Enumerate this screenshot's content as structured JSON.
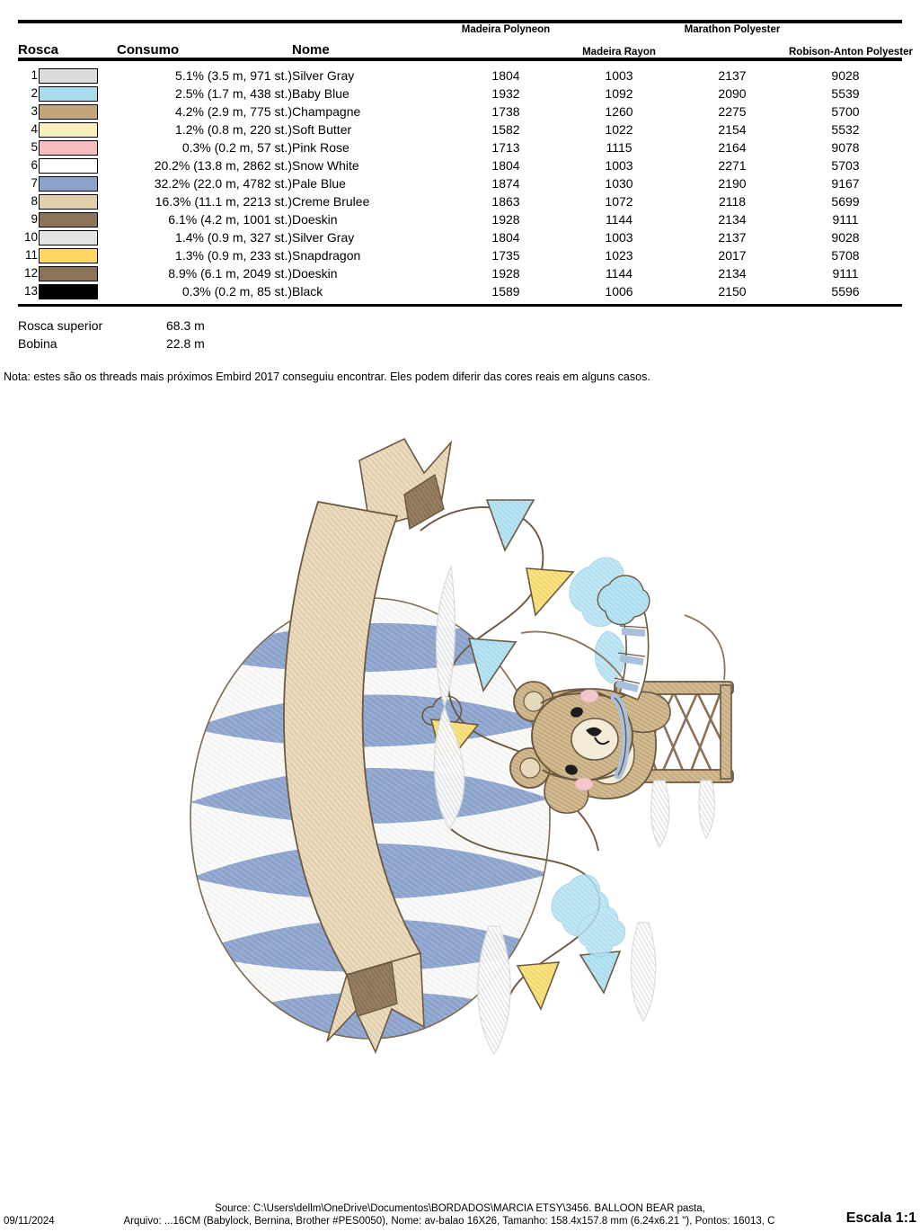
{
  "table": {
    "headers": {
      "rosca": "Rosca",
      "consumo": "Consumo",
      "nome": "Nome",
      "madeira_polyneon": "Madeira Polyneon",
      "madeira_rayon": "Madeira Rayon",
      "marathon_polyester": "Marathon Polyester",
      "robison_anton_polyester": "Robison-Anton Polyester"
    },
    "rows": [
      {
        "idx": "1",
        "color": "#dcdcdc",
        "consumo": "5.1% (3.5 m, 971 st.)",
        "nome": "Silver Gray",
        "madeira_polyneon": "1804",
        "madeira_rayon": "1003",
        "marathon_polyester": "2137",
        "robison_anton_polyester": "9028"
      },
      {
        "idx": "2",
        "color": "#a8dcee",
        "consumo": "2.5% (1.7 m, 438 st.)",
        "nome": "Baby Blue",
        "madeira_polyneon": "1932",
        "madeira_rayon": "1092",
        "marathon_polyester": "2090",
        "robison_anton_polyester": "5539"
      },
      {
        "idx": "3",
        "color": "#c3a578",
        "consumo": "4.2% (2.9 m, 775 st.)",
        "nome": "Champagne",
        "madeira_polyneon": "1738",
        "madeira_rayon": "1260",
        "marathon_polyester": "2275",
        "robison_anton_polyester": "5700"
      },
      {
        "idx": "4",
        "color": "#faf0bb",
        "consumo": "1.2% (0.8 m, 220 st.)",
        "nome": "Soft Butter",
        "madeira_polyneon": "1582",
        "madeira_rayon": "1022",
        "marathon_polyester": "2154",
        "robison_anton_polyester": "5532"
      },
      {
        "idx": "5",
        "color": "#f9bcc0",
        "consumo": "0.3% (0.2 m, 57 st.)",
        "nome": "Pink Rose",
        "madeira_polyneon": "1713",
        "madeira_rayon": "1115",
        "marathon_polyester": "2164",
        "robison_anton_polyester": "9078"
      },
      {
        "idx": "6",
        "color": "#ffffff",
        "consumo": "20.2% (13.8 m, 2862 st.)",
        "nome": "Snow White",
        "madeira_polyneon": "1804",
        "madeira_rayon": "1003",
        "marathon_polyester": "2271",
        "robison_anton_polyester": "5703"
      },
      {
        "idx": "7",
        "color": "#8ba2ca",
        "consumo": "32.2% (22.0 m, 4782 st.)",
        "nome": "Pale Blue",
        "madeira_polyneon": "1874",
        "madeira_rayon": "1030",
        "marathon_polyester": "2190",
        "robison_anton_polyester": "9167"
      },
      {
        "idx": "8",
        "color": "#e2cfae",
        "consumo": "16.3% (11.1 m, 2213 st.)",
        "nome": "Creme Brulee",
        "madeira_polyneon": "1863",
        "madeira_rayon": "1072",
        "marathon_polyester": "2118",
        "robison_anton_polyester": "5699"
      },
      {
        "idx": "9",
        "color": "#8a7358",
        "consumo": "6.1% (4.2 m, 1001 st.)",
        "nome": "Doeskin",
        "madeira_polyneon": "1928",
        "madeira_rayon": "1144",
        "marathon_polyester": "2134",
        "robison_anton_polyester": "9111"
      },
      {
        "idx": "10",
        "color": "#e3e3e3",
        "consumo": "1.4% (0.9 m, 327 st.)",
        "nome": "Silver Gray",
        "madeira_polyneon": "1804",
        "madeira_rayon": "1003",
        "marathon_polyester": "2137",
        "robison_anton_polyester": "9028"
      },
      {
        "idx": "11",
        "color": "#ffd863",
        "consumo": "1.3% (0.9 m, 233 st.)",
        "nome": "Snapdragon",
        "madeira_polyneon": "1735",
        "madeira_rayon": "1023",
        "marathon_polyester": "2017",
        "robison_anton_polyester": "5708"
      },
      {
        "idx": "12",
        "color": "#8a7358",
        "consumo": "8.9% (6.1 m, 2049 st.)",
        "nome": "Doeskin",
        "madeira_polyneon": "1928",
        "madeira_rayon": "1144",
        "marathon_polyester": "2134",
        "robison_anton_polyester": "9111"
      },
      {
        "idx": "13",
        "color": "#000000",
        "consumo": "0.3% (0.2 m, 85 st.)",
        "nome": "Black",
        "madeira_polyneon": "1589",
        "madeira_rayon": "1006",
        "marathon_polyester": "2150",
        "robison_anton_polyester": "5596"
      }
    ]
  },
  "totals": {
    "upper_label": "Rosca superior",
    "upper_value": "68.3 m",
    "bobbin_label": "Bobina",
    "bobbin_value": "22.8 m"
  },
  "note": "Nota: estes são os threads mais próximos Embird 2017 conseguiu encontrar. Eles podem diferir das cores reais em alguns casos.",
  "footer": {
    "date": "09/11/2024",
    "source": "Source: C:\\Users\\dellm\\OneDrive\\Documentos\\BORDADOS\\MARCIA ETSY\\3456. BALLOON BEAR pasta,",
    "arquivo": "Arquivo: ...16CM (Babylock, Bernina, Brother #PES0050), Nome: av-balao 16X26, Tamanho: 158.4x157.8 mm (6.24x6.21 \"), Pontos: 16013, C",
    "escala": "Escala 1:1"
  },
  "design": {
    "title": "balloon-bear-embroidery-preview",
    "colors": {
      "pale_blue": "#8ba2ca",
      "snow_white": "#fbfbfb",
      "creme_brulee": "#e2cfae",
      "champagne": "#c3a578",
      "doeskin": "#8a7358",
      "baby_blue": "#a8dcee",
      "soft_butter": "#faf0bb",
      "snapdragon": "#ffd863",
      "pink_rose": "#f9bcc0",
      "silver_gray": "#dcdcdc",
      "black": "#000000",
      "outline": "#6b5942"
    }
  }
}
